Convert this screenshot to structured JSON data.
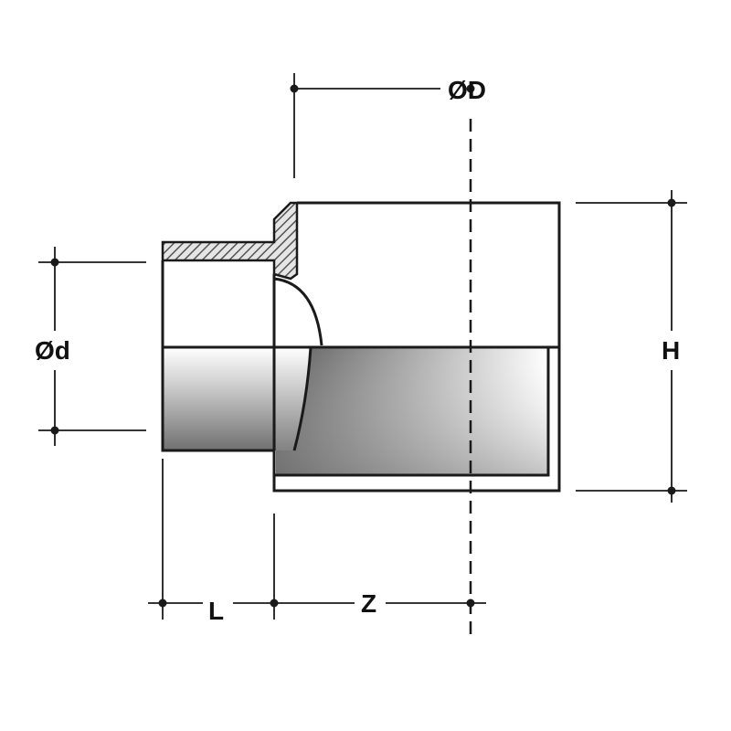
{
  "diagram": {
    "labels": {
      "outer_diameter": "ØD",
      "inner_diameter": "Ød",
      "height": "H",
      "socket_length": "L",
      "offset": "Z"
    },
    "colors": {
      "line": "#1a1a1a",
      "hatch": "#555555",
      "shade_dark": "#6e6e6e",
      "shade_light": "#ffffff"
    }
  }
}
